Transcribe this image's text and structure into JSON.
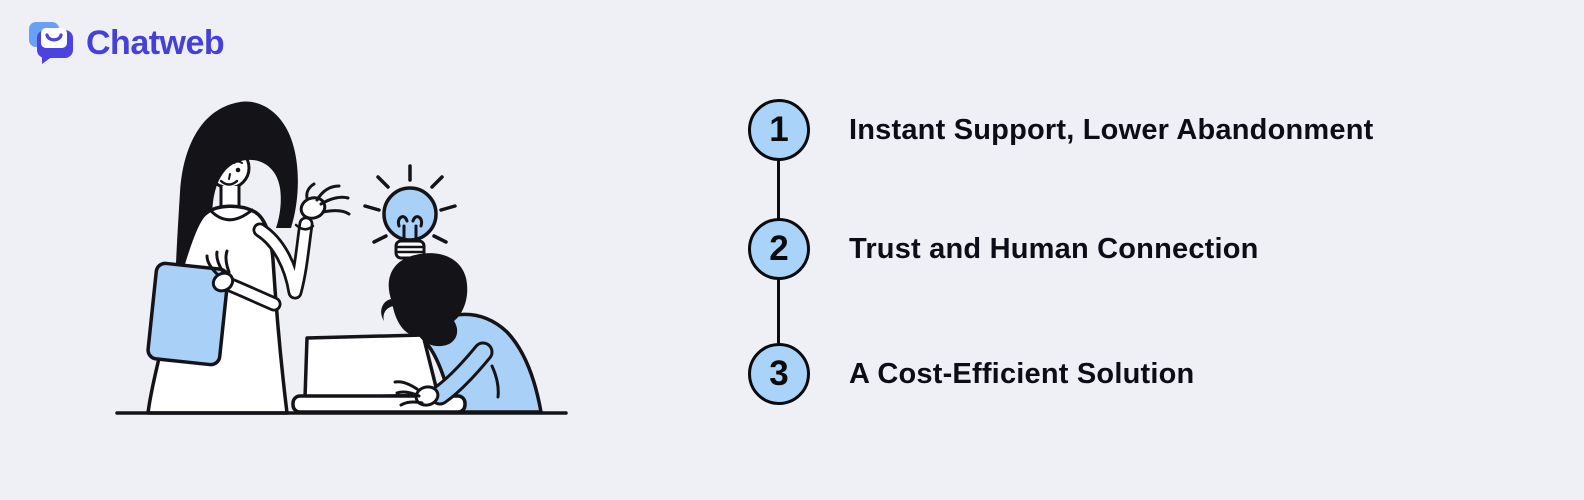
{
  "page": {
    "background_color": "#eff0f5"
  },
  "logo": {
    "text": "Chatweb",
    "text_color": "#4540da",
    "icon": "chat-bubble-smile-icon",
    "icon_back_color": "#67a0f4",
    "icon_front_color": "#4a43e2"
  },
  "illustration": {
    "name": "woman-presenting-and-boy-on-laptop-with-lightbulb",
    "accent_color": "#a9d0f7",
    "outline_color": "#131318"
  },
  "steps": {
    "circle_fill": "#a9d3f8",
    "circle_border": "#0b0b0e",
    "connector_color": "#0b0b0e",
    "label_color": "#0d0d17",
    "items": [
      {
        "number": "1",
        "label": "Instant Support, Lower Abandonment"
      },
      {
        "number": "2",
        "label": "Trust and Human Connection"
      },
      {
        "number": "3",
        "label": "A Cost-Efficient Solution"
      }
    ]
  }
}
